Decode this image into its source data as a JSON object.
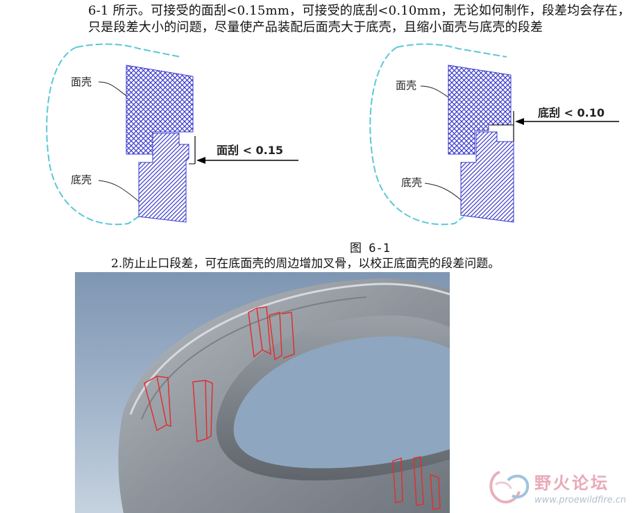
{
  "document": {
    "line1": "6-1 所示。可接受的面刮<0.15mm，可接受的底刮<0.10mm，无论如何制作，段差均会存在，",
    "line2": "只是段差大小的问题，尽量使产品装配后面壳大于底壳，且缩小面壳与底壳的段差",
    "caption": "图 6-1",
    "item2": "2.防止止口段差，可在底面壳的周边增加叉骨，以校正底面壳的段差问题。"
  },
  "figure_left": {
    "top_label": "面壳",
    "bottom_label": "底壳",
    "dimension": "面刮 < 0.15"
  },
  "figure_right": {
    "top_label": "面壳",
    "bottom_label": "底壳",
    "dimension": "底刮 < 0.10"
  },
  "watermark": {
    "title": "野火论坛",
    "url": "www.proewildfire.cn"
  },
  "colors": {
    "hatch": "#3a3acb",
    "dash_outline": "#5bc7d8",
    "rib_outline": "#e03030",
    "background_blue": "#9db2c9"
  }
}
